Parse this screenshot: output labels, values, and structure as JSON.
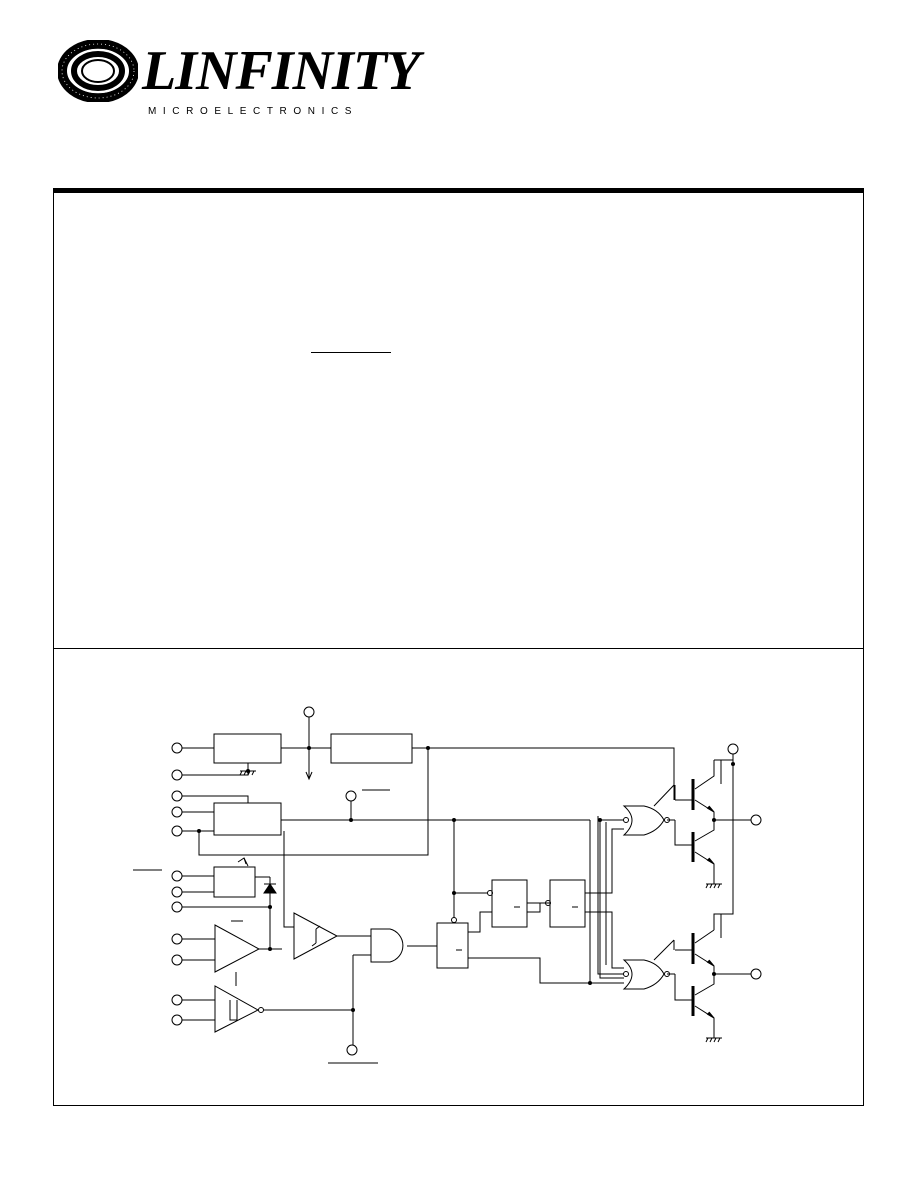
{
  "brand": {
    "name": "LINFINITY",
    "subtitle": "MICROELECTRONICS",
    "logo_icon": "linfinity-ring-logo"
  },
  "colors": {
    "ink": "#000000",
    "paper": "#ffffff"
  },
  "diagram": {
    "type": "block-diagram"
  }
}
